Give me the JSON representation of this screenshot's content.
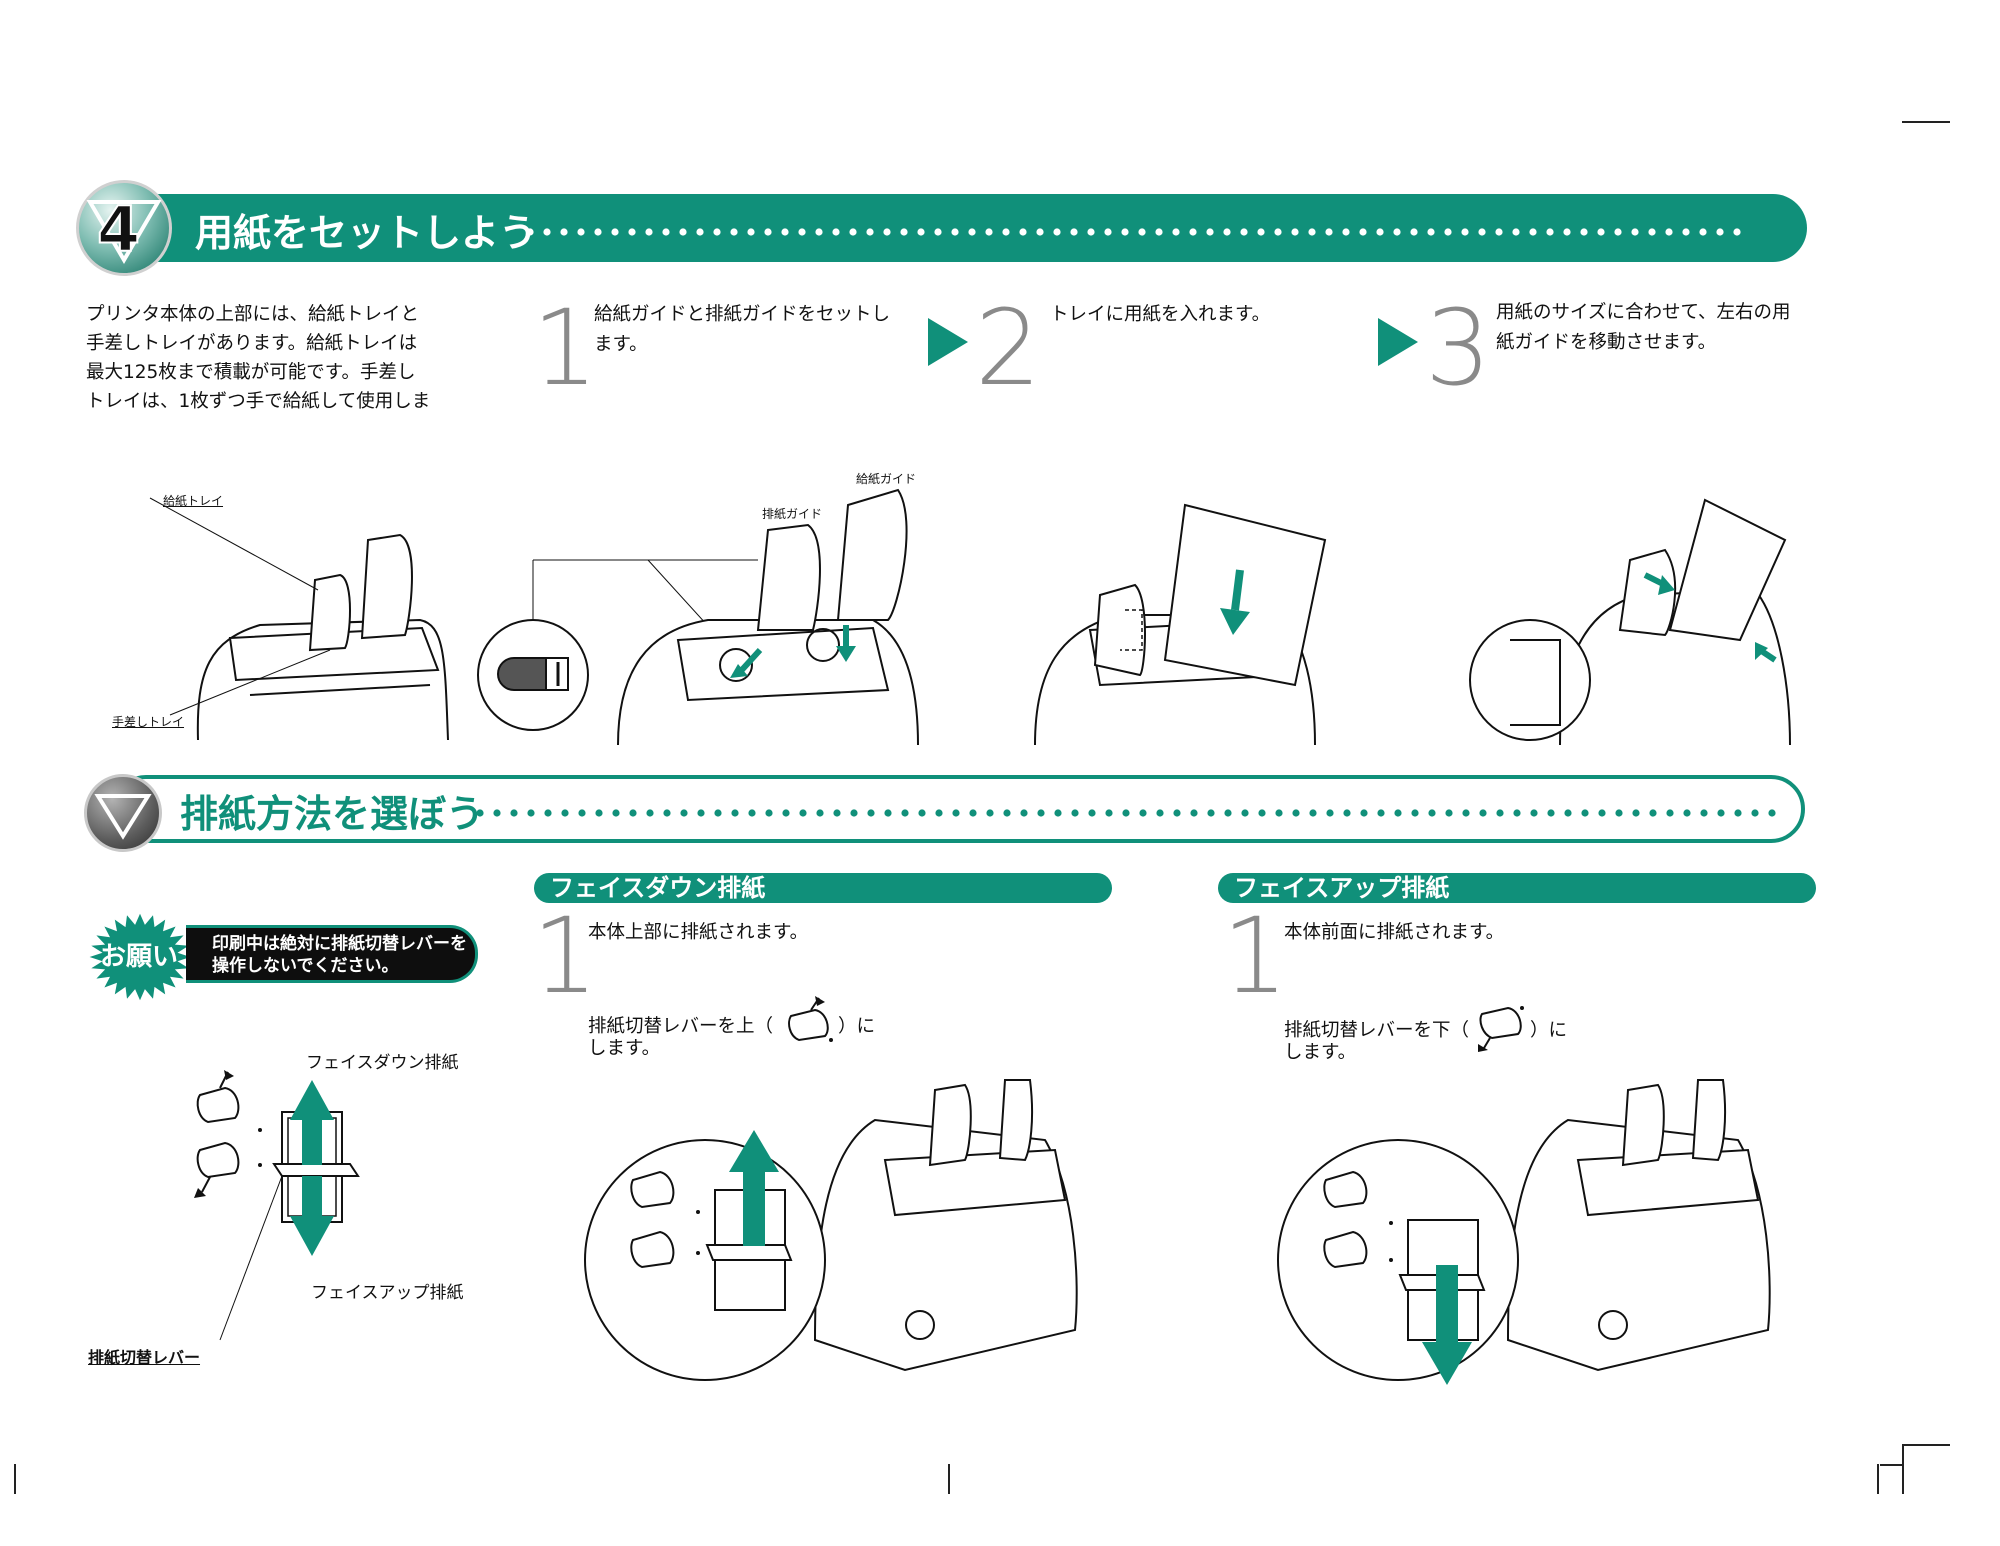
{
  "section1": {
    "number": "4",
    "title": "用紙をセットしよう",
    "intro": "プリンタ本体の上部には、給紙トレイと\n手差しトレイがあります。給紙トレイは\n最大125枚まで積載が可能です。手差し\nトレイは、1枚ずつ手で給紙して使用しま",
    "steps": [
      {
        "num": "1",
        "text": "給紙ガイドと排紙ガイドをセットし\nます。"
      },
      {
        "num": "2",
        "text": "トレイに用紙を入れます。"
      },
      {
        "num": "3",
        "text": "用紙のサイズに合わせて、左右の用\n紙ガイドを移動させます。"
      }
    ],
    "labels": {
      "feed_tray": "給紙トレイ",
      "manual_tray": "手差しトレイ",
      "output_guide": "排紙ガイド",
      "feed_guide": "給紙ガイド"
    }
  },
  "section2": {
    "title": "排紙方法を選ぼう",
    "note_tag": "お願い",
    "note_text": "印刷中は絶対に排紙切替レバーを\n操作しないでください。",
    "diagram_labels": {
      "face_down": "フェイスダウン排紙",
      "face_up": "フェイスアップ排紙",
      "lever": "排紙切替レバー"
    },
    "facedown": {
      "heading": "フェイスダウン排紙",
      "num": "1",
      "line1": "本体上部に排紙されます。",
      "line2a": "排紙切替レバーを上（",
      "line2b": "）に",
      "line3": "します。"
    },
    "faceup": {
      "heading": "フェイスアップ排紙",
      "num": "1",
      "line1": "本体前面に排紙されます。",
      "line2a": "排紙切替レバーを下（",
      "line2b": "）に",
      "line3": "します。"
    }
  },
  "colors": {
    "accent": "#10907a",
    "text": "#111111",
    "step_number": "#8a8a8a"
  }
}
